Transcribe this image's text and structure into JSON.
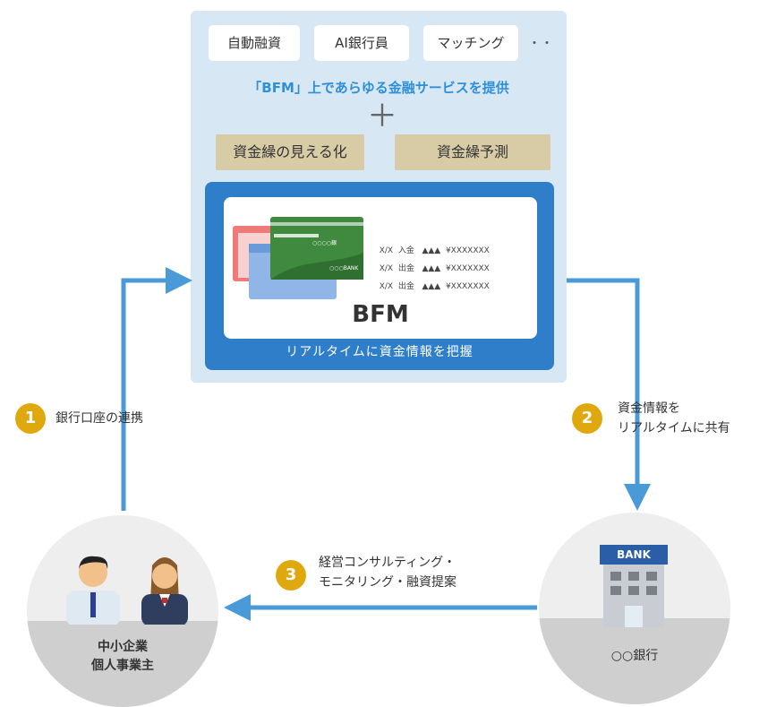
{
  "services": [
    "自動融資",
    "AI銀行員",
    "マッチング",
    "・・"
  ],
  "headline": "「BFM」上であらゆる金融サービスを提供",
  "plus": "＋",
  "features": [
    "資金繰の見える化",
    "資金繰予測"
  ],
  "bfm": {
    "title": "BFM",
    "caption": "リアルタイムに資金情報を把握",
    "card_bank": "○○○○銀",
    "card_logo": "○○○BANK",
    "transactions": [
      {
        "date": "X/X",
        "type": "入金",
        "marks": "▲▲▲",
        "amount": "¥XXXXXXX"
      },
      {
        "date": "X/X",
        "type": "出金",
        "marks": "▲▲▲",
        "amount": "¥XXXXXXX"
      },
      {
        "date": "X/X",
        "type": "出金",
        "marks": "▲▲▲",
        "amount": "¥XXXXXXX"
      }
    ]
  },
  "steps": [
    {
      "num": "1",
      "label": "銀行口座の連携"
    },
    {
      "num": "2",
      "label_lines": [
        "資金情報を",
        "リアルタイムに共有"
      ]
    },
    {
      "num": "3",
      "label_lines": [
        "経営コンサルティング・",
        "モニタリング・融資提案"
      ]
    }
  ],
  "actors": {
    "business": [
      "中小企業",
      "個人事業主"
    ],
    "bank": "○○銀行",
    "bank_sign": "BANK"
  },
  "colors": {
    "arrow": "#4a9ad8",
    "panel": "#d7e7f4",
    "bfm_frame": "#2f7ec9",
    "feature": "#d8cca6",
    "step_badge": "#e0a80f",
    "headline": "#2f8fd8"
  }
}
